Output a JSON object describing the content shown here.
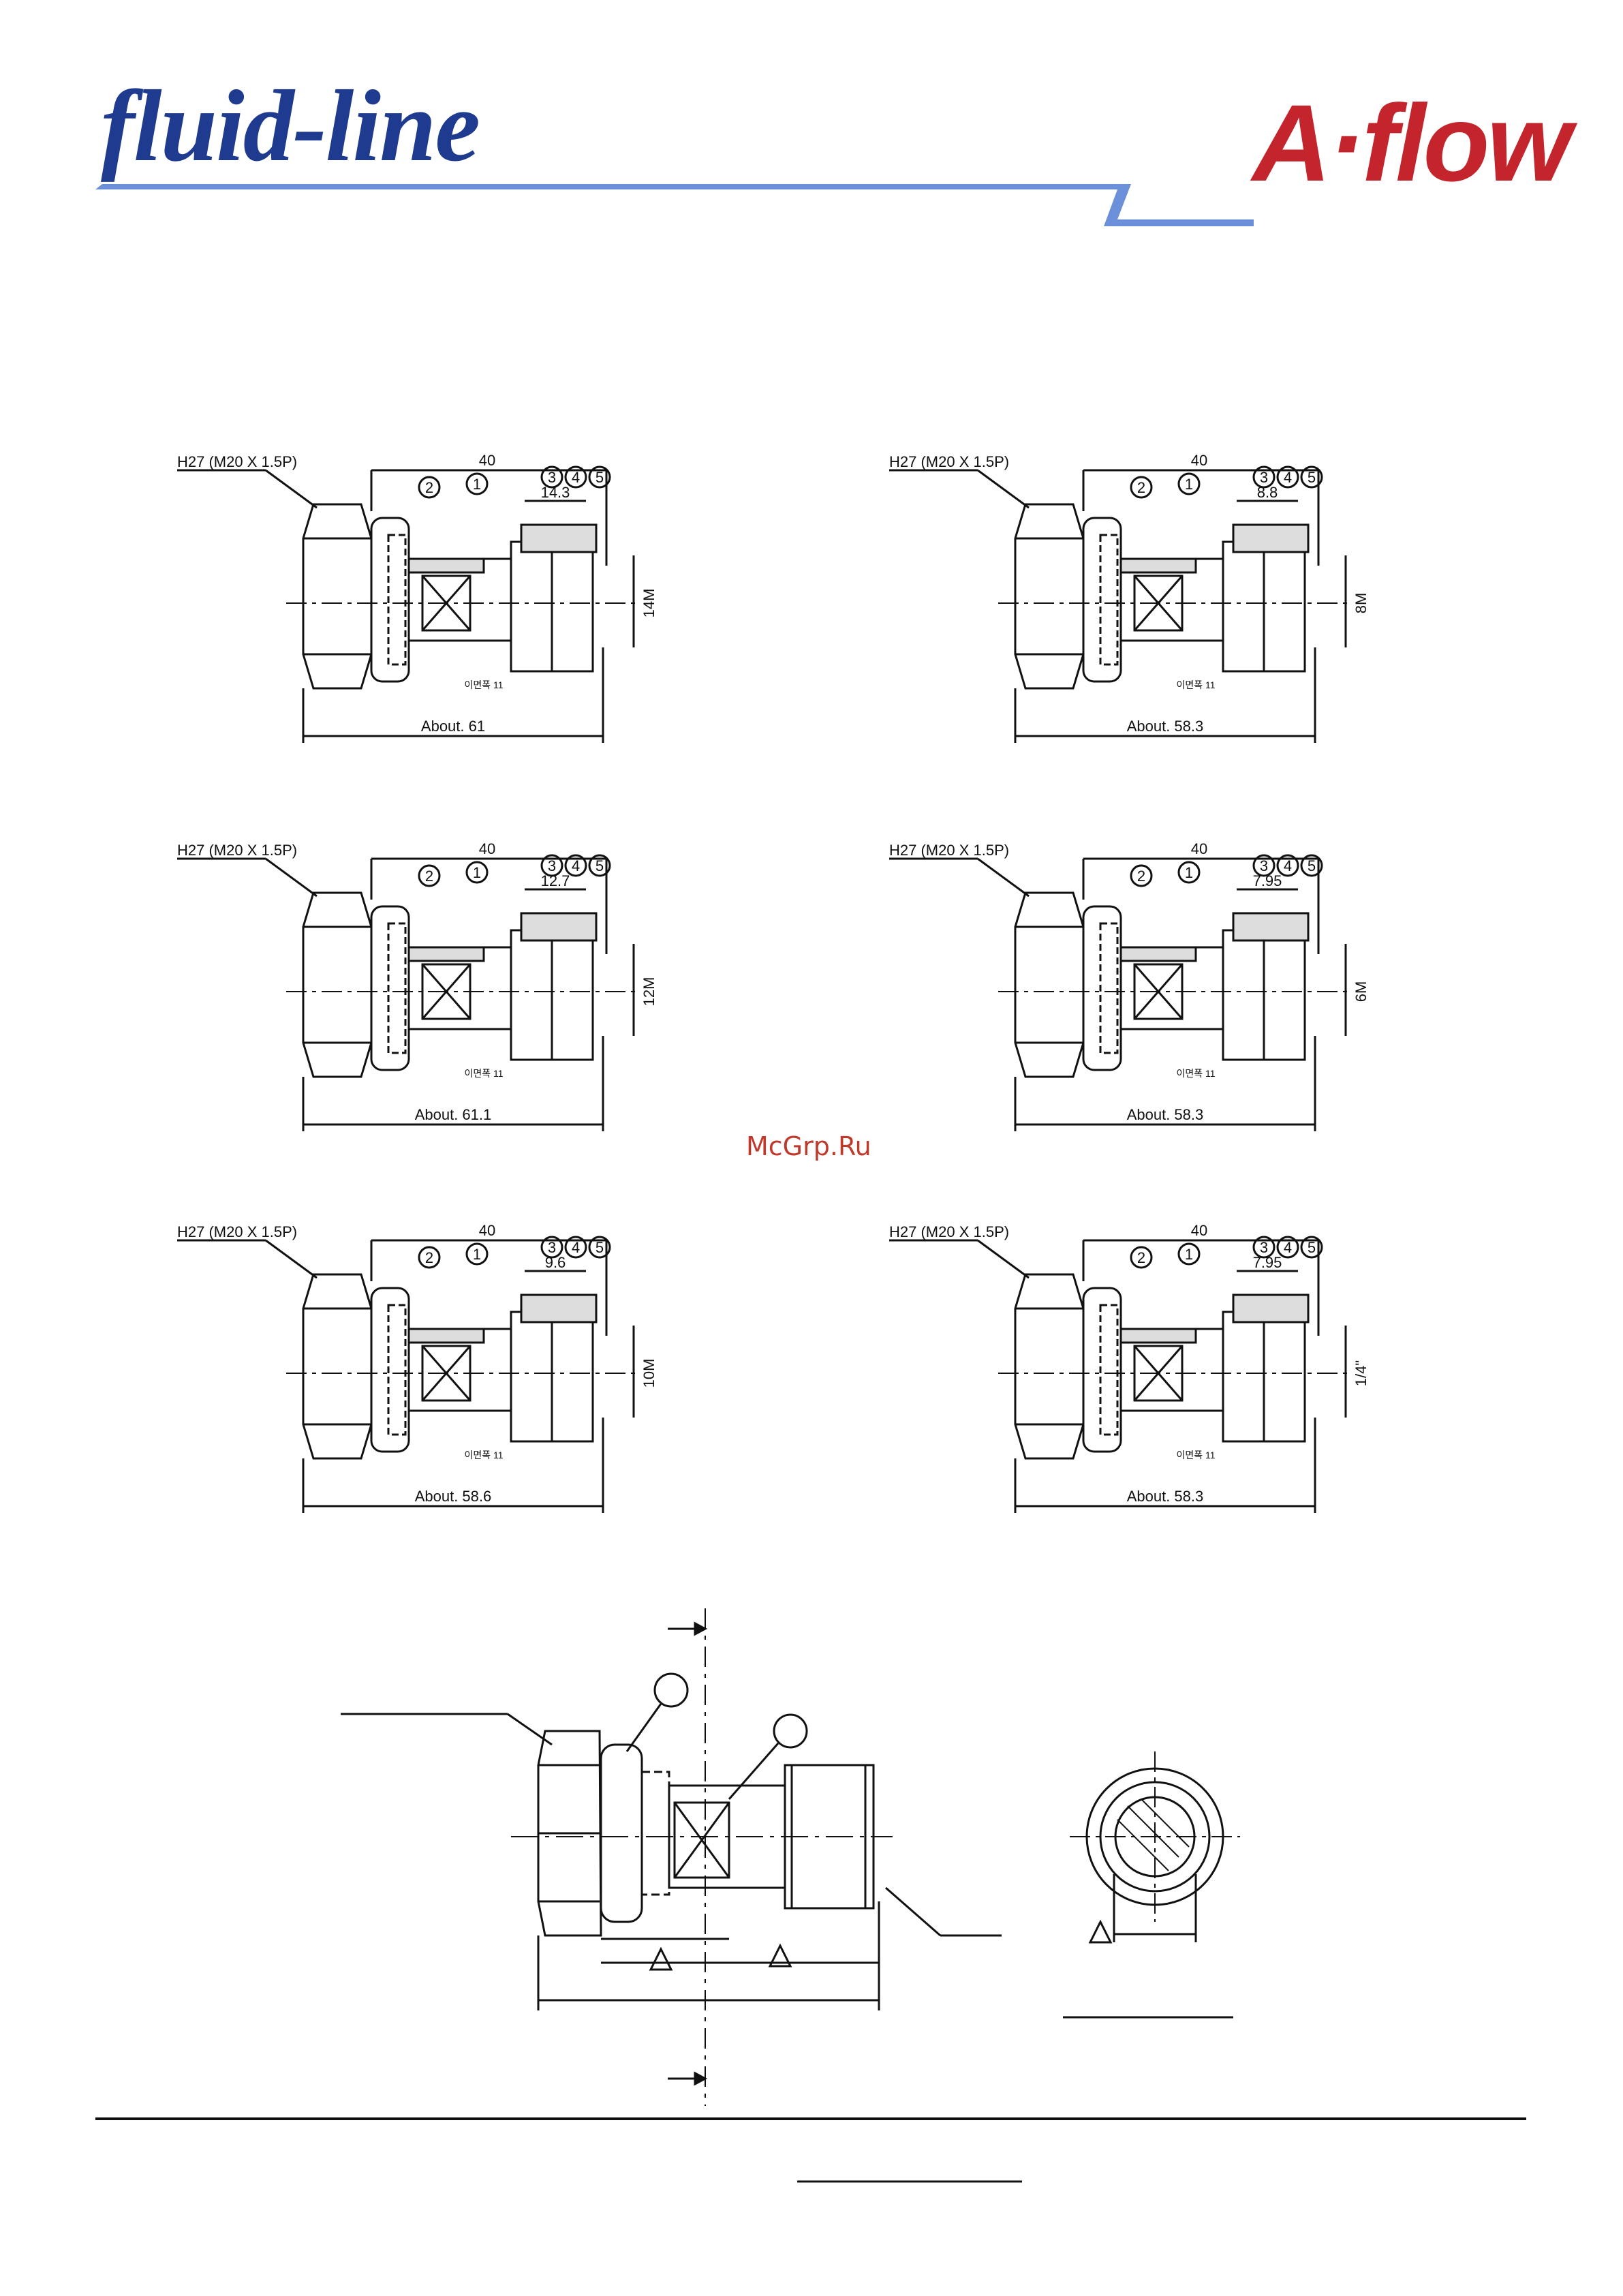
{
  "header": {
    "brand_left": "fluid-line",
    "brand_right": "A·flow",
    "colors": {
      "brand_blue": "#1f3b8f",
      "swoosh_blue": "#6b8fd9",
      "brand_red": "#c4242b"
    }
  },
  "watermark": "McGrp.Ru",
  "drawings": [
    {
      "thread": "H27 (M20 X 1.5P)",
      "length": "40",
      "dim": "14.3",
      "size": "14M",
      "about": "About. 61",
      "callouts": [
        "2",
        "1",
        "3",
        "4",
        "5"
      ],
      "note": "이면폭 11"
    },
    {
      "thread": "H27 (M20 X 1.5P)",
      "length": "40",
      "dim": "8.8",
      "size": "8M",
      "about": "About. 58.3",
      "callouts": [
        "2",
        "1",
        "3",
        "4",
        "5"
      ],
      "note": "이면폭 11"
    },
    {
      "thread": "H27 (M20 X 1.5P)",
      "length": "40",
      "dim": "12.7",
      "size": "12M",
      "about": "About. 61.1",
      "callouts": [
        "2",
        "1",
        "3",
        "4",
        "5"
      ],
      "note": "이면폭 11"
    },
    {
      "thread": "H27 (M20 X 1.5P)",
      "length": "40",
      "dim": "7.95",
      "size": "6M",
      "about": "About. 58.3",
      "callouts": [
        "2",
        "1",
        "3",
        "4",
        "5"
      ],
      "note": "이면폭 11"
    },
    {
      "thread": "H27 (M20 X 1.5P)",
      "length": "40",
      "dim": "9.6",
      "size": "10M",
      "about": "About. 58.6",
      "callouts": [
        "2",
        "1",
        "3",
        "4",
        "5"
      ],
      "note": "이면폭 11"
    },
    {
      "thread": "H27 (M20 X 1.5P)",
      "length": "40",
      "dim": "7.95",
      "size": "1/4\"",
      "about": "About. 58.3",
      "callouts": [
        "2",
        "1",
        "3",
        "4",
        "5"
      ],
      "note": "이면폭 11"
    }
  ]
}
